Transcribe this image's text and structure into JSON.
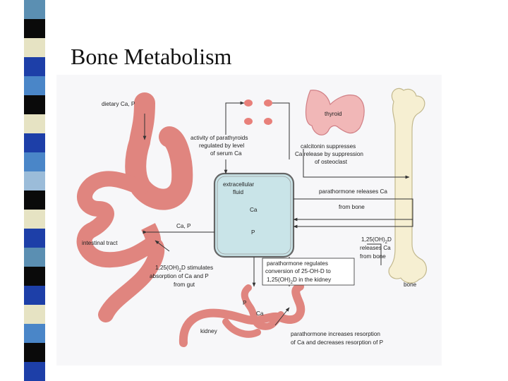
{
  "slide": {
    "title": "Bone Metabolism",
    "strip_colors": [
      "#5b8fb2",
      "#0a0a0a",
      "#e6e3c3",
      "#1d3fa8",
      "#4a86c8",
      "#0a0a0a",
      "#e6e3c3",
      "#1d3fa8",
      "#4a86c8",
      "#9bbcd9",
      "#0a0a0a",
      "#e6e3c3",
      "#1d3fa8",
      "#5b8fb2",
      "#0a0a0a",
      "#1d3fa8",
      "#e6e3c3",
      "#4a86c8",
      "#0a0a0a",
      "#1d3fa8"
    ]
  },
  "diagram": {
    "labels": {
      "dietary": "dietary Ca, P",
      "activity_1": "activity of parathyroids",
      "activity_2": "regulated by level",
      "activity_3": "of serum Ca",
      "thyroid": "thyroid",
      "calcitonin_1": "calcitonin suppresses",
      "calcitonin_2": "Ca release by suppression",
      "calcitonin_3": "of osteoclast",
      "ecf_1": "extracellular",
      "ecf_2": "fluid",
      "ecf_ca": "Ca",
      "ecf_p": "P",
      "pth_releases": "parathormone releases Ca",
      "from_bone": "from bone",
      "cap": "Ca, P",
      "intestinal": "intestinal tract",
      "vitd_1": "1,25(OH)",
      "vitd_1b": "2",
      "vitd_1c": "D",
      "vitd_2": "releases Ca",
      "vitd_3": "from bone",
      "stim_1a": "1,25(OH)",
      "stim_1b": "2",
      "stim_1c": "D stimulates",
      "stim_2": "absorption of Ca and P",
      "stim_3": "from gut",
      "pth_reg_1": "parathormone regulates",
      "pth_reg_2": "conversion of 25-OH-D to",
      "pth_reg_3a": "1,25(OH)",
      "pth_reg_3b": "2",
      "pth_reg_3c": "D in the kidney",
      "bone": "bone",
      "kidney": "kidney",
      "k_p": "P",
      "k_ca": "Ca",
      "pth_inc_1": "parathormone increases resorption",
      "pth_inc_2": "of Ca and decreases resorption of P"
    }
  }
}
